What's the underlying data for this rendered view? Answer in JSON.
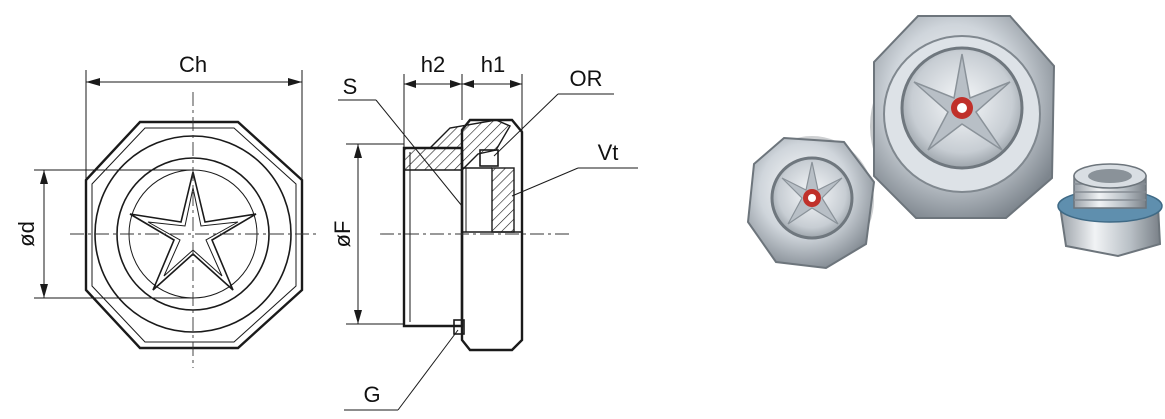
{
  "drawing": {
    "labels": {
      "ch": "Ch",
      "d": "ød",
      "f": "øF",
      "s": "S",
      "h2": "h2",
      "h1": "h1",
      "or": "OR",
      "vt": "Vt",
      "g": "G"
    }
  },
  "colors": {
    "line": "#1a1a1a",
    "metal_light": "#eef1f4",
    "metal_dark": "#7d858d",
    "red_dot": "#c0302a",
    "gasket_blue": "#5f8fae"
  }
}
